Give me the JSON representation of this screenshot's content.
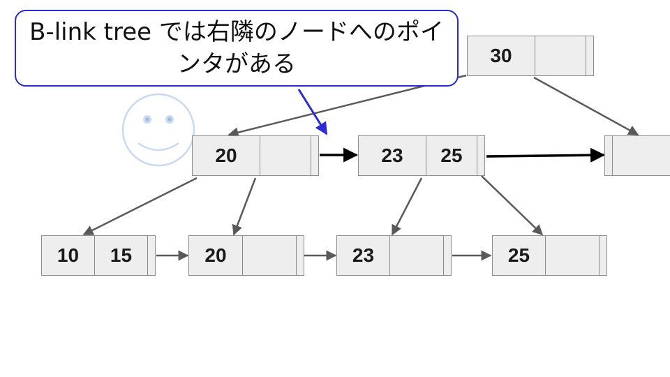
{
  "callout": {
    "text": "B-link tree では右隣のノードへのポインタがある"
  },
  "tree": {
    "root": {
      "keys": [
        "30",
        ""
      ]
    },
    "level1": [
      {
        "keys": [
          "20",
          ""
        ]
      },
      {
        "keys": [
          "23",
          "25"
        ]
      },
      {
        "keys": [
          ""
        ]
      }
    ],
    "leaves": [
      {
        "keys": [
          "10",
          "15"
        ]
      },
      {
        "keys": [
          "20",
          ""
        ]
      },
      {
        "keys": [
          "23",
          ""
        ]
      },
      {
        "keys": [
          "25",
          ""
        ]
      }
    ]
  },
  "colors": {
    "node_fill": "#eeeeee",
    "node_border": "#8c8c8c",
    "edge": "#595959",
    "sibling_pointer": "#000000",
    "callout_border": "#2a2bd1",
    "smiley": "#c9d9f2"
  },
  "icons": [
    "smiley-face-icon"
  ]
}
